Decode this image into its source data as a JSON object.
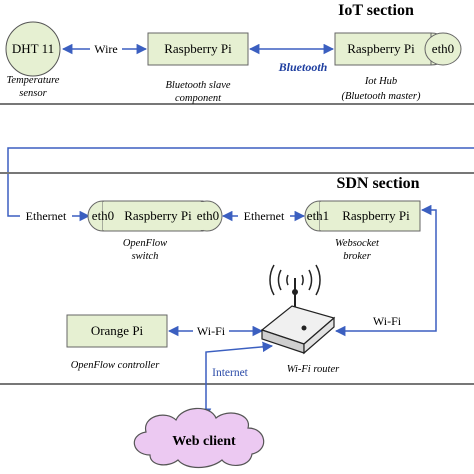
{
  "iot_section": {
    "title": "IoT section",
    "dht": {
      "label": "DHT 11",
      "caption_line1": "Temperature",
      "caption_line2": "sensor"
    },
    "wire_label": "Wire",
    "pi_slave": {
      "label": "Raspberry Pi",
      "caption_line1": "Bluetooth slave",
      "caption_line2": "component"
    },
    "bluetooth_label": "Bluetooth",
    "pi_hub": {
      "label": "Raspberry Pi",
      "port": "eth0",
      "caption_line1": "Iot Hub",
      "caption_line2": "(Bluetooth master)"
    }
  },
  "sdn_section": {
    "title": "SDN section",
    "ethernet_left_label": "Ethernet",
    "switch": {
      "port_left": "eth0",
      "label": "Raspberry Pi",
      "port_right": "eth0",
      "caption_line1": "OpenFlow",
      "caption_line2": "switch"
    },
    "ethernet_mid_label": "Ethernet",
    "broker": {
      "port": "eth1",
      "label": "Raspberry Pi",
      "caption_line1": "Websocket",
      "caption_line2": "broker"
    },
    "controller": {
      "label": "Orange Pi",
      "caption": "OpenFlow controller"
    },
    "wifi_left_label": "Wi-Fi",
    "wifi_right_label": "Wi-Fi",
    "router_caption": "Wi-Fi router",
    "internet_label": "Internet",
    "web_client_label": "Web client"
  },
  "colors": {
    "box_fill": "#e6f0d2",
    "port_fill": "#e6f0d2",
    "line": "#3b5fc0",
    "cloud_fill": "#ecc9f2",
    "router_fill": "#f0f0f0"
  }
}
